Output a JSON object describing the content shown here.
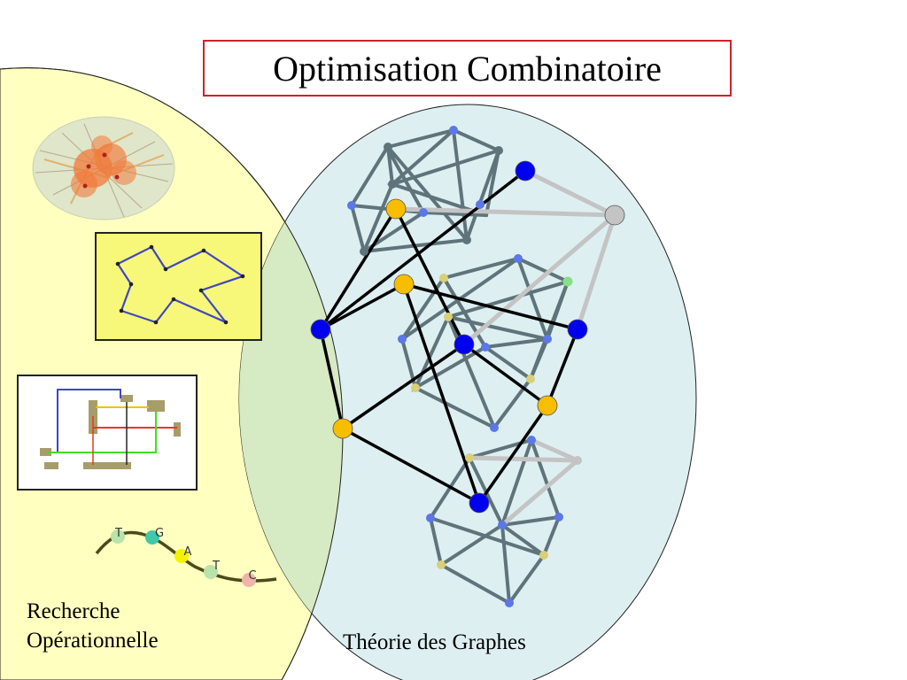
{
  "title": "Optimisation Combinatoire",
  "captions": {
    "ro_line1": "Recherche",
    "ro_line2": "Opérationnelle",
    "graph_theory": "Théorie des Graphes"
  },
  "dna_letters": [
    "T",
    "G",
    "A",
    "T",
    "C"
  ],
  "colors": {
    "title_border": "#d0202a",
    "ro_region": "#ffffc0",
    "graph_region": "#d9edf0",
    "blue_node": "#0000ee",
    "yellow_node": "#f7be00",
    "gray_edge": "#5f737a",
    "light_gray_edge": "#c4c4c4",
    "tour_box": "#f7f77a",
    "tour_line": "#3f48c0"
  }
}
